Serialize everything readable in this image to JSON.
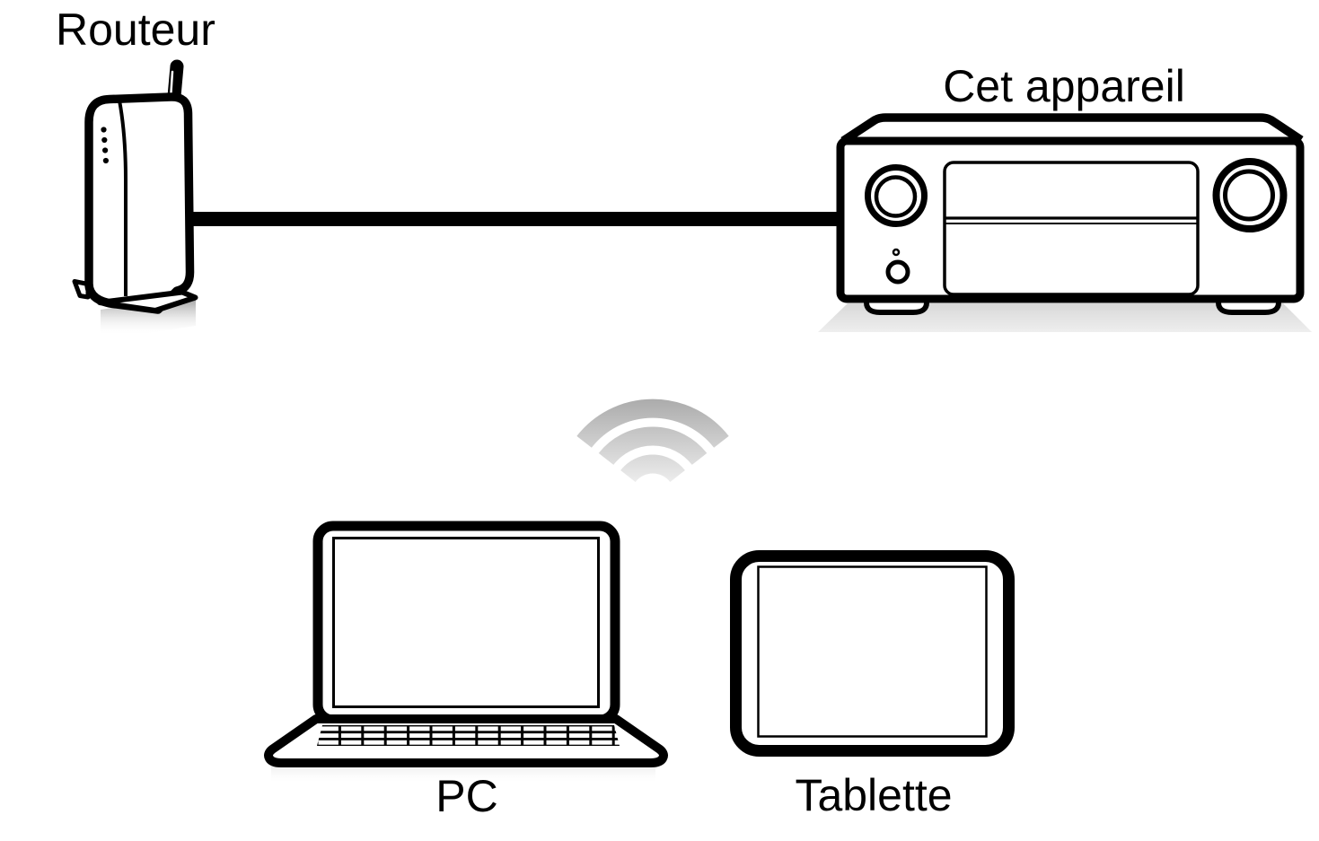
{
  "diagram": {
    "labels": {
      "router": "Routeur",
      "this_unit": "Cet appareil",
      "pc": "PC",
      "tablet": "Tablette"
    },
    "colors": {
      "ink": "#000000",
      "wire": "#000000",
      "background": "#ffffff",
      "wifi_gradient_top": "#ababab",
      "wifi_gradient_bottom": "#f2f2f2",
      "router_shadow": "#8e8e8e",
      "receiver_shadow_top": "#d8d8d8",
      "receiver_shadow_bottom": "#efefef",
      "laptop_shadow": "#e9e9e9"
    },
    "nodes": [
      {
        "id": "router",
        "label": "Routeur",
        "icon": "router-icon"
      },
      {
        "id": "this_unit",
        "label": "Cet appareil",
        "icon": "av-receiver-icon"
      },
      {
        "id": "pc",
        "label": "PC",
        "icon": "laptop-icon"
      },
      {
        "id": "tablet",
        "label": "Tablette",
        "icon": "tablet-icon"
      }
    ],
    "connections": [
      {
        "from": "router",
        "to": "this_unit",
        "type": "wired"
      },
      {
        "between": [
          "router",
          "pc",
          "tablet"
        ],
        "type": "wireless",
        "icon": "wifi-signal-icon"
      }
    ]
  }
}
